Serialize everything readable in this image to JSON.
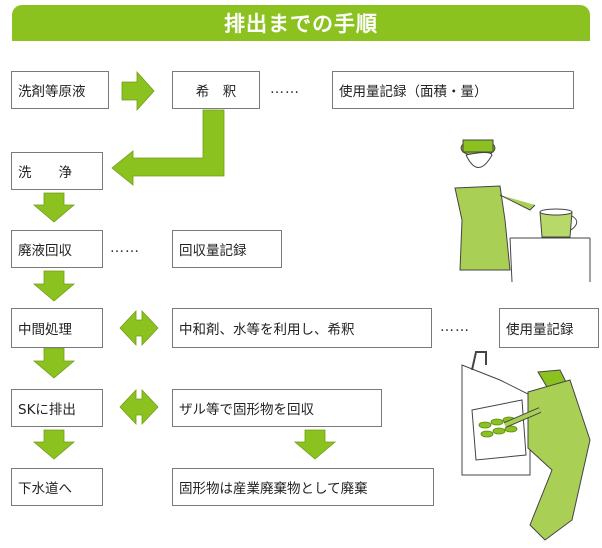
{
  "title": "排出までの手順",
  "colors": {
    "accent": "#8cc21f",
    "arrow": "#8cc21f",
    "box_border": "#7a7a7a"
  },
  "steps": {
    "wash_solution": "洗剤等原液",
    "dilute": "希　釈",
    "usage_record_1": "使用量記録（面積・量）",
    "wash": "洗　　浄",
    "waste_collect": "廃液回収",
    "collect_record": "回収量記録",
    "neutralize": "中間処理",
    "neutralize_detail": "中和剤、水等を利用し、希釈",
    "usage_record_2": "使用量記録",
    "discharge": "SKに排出",
    "strainer": "ザル等で固形物を回収",
    "to_sewer": "下水道へ",
    "industrial_waste": "固形物は産業廃棄物として廃棄"
  },
  "dots": "……"
}
